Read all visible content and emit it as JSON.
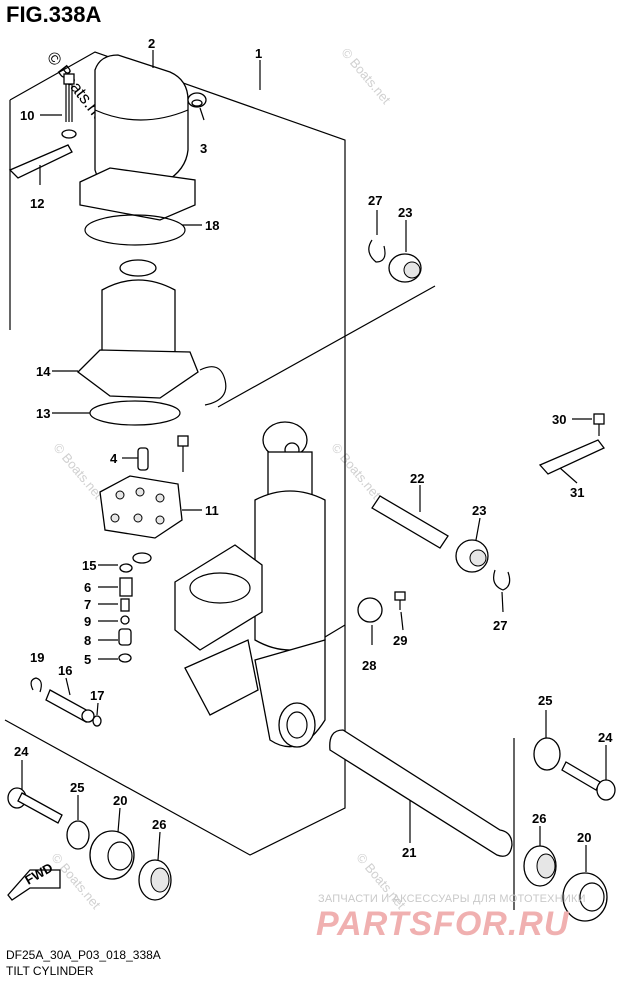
{
  "title": "FIG.338A",
  "footer": {
    "code": "DF25A_30A_P03_018_338A",
    "name": "TILT CYLINDER"
  },
  "watermark": {
    "main": "© Boats.net",
    "faint": "© Boats.net"
  },
  "shop": {
    "tagline": "ЗАПЧАСТИ И АКСЕССУАРЫ ДЛЯ МОТОТЕХНИКИ",
    "logo": "PARTSFOR.RU"
  },
  "fwd_label": "FWD",
  "callouts": {
    "c1": "1",
    "c2": "2",
    "c3": "3",
    "c4": "4",
    "c5": "5",
    "c6": "6",
    "c7": "7",
    "c8": "8",
    "c9": "9",
    "c10": "10",
    "c11": "11",
    "c12": "12",
    "c13": "13",
    "c14": "14",
    "c15": "15",
    "c16": "16",
    "c17": "17",
    "c18": "18",
    "c19": "19",
    "c20a": "20",
    "c20b": "20",
    "c21": "21",
    "c22": "22",
    "c23a": "23",
    "c23b": "23",
    "c24a": "24",
    "c24b": "24",
    "c25a": "25",
    "c25b": "25",
    "c26a": "26",
    "c26b": "26",
    "c27a": "27",
    "c27b": "27",
    "c28": "28",
    "c29": "29",
    "c30": "30",
    "c31": "31"
  }
}
